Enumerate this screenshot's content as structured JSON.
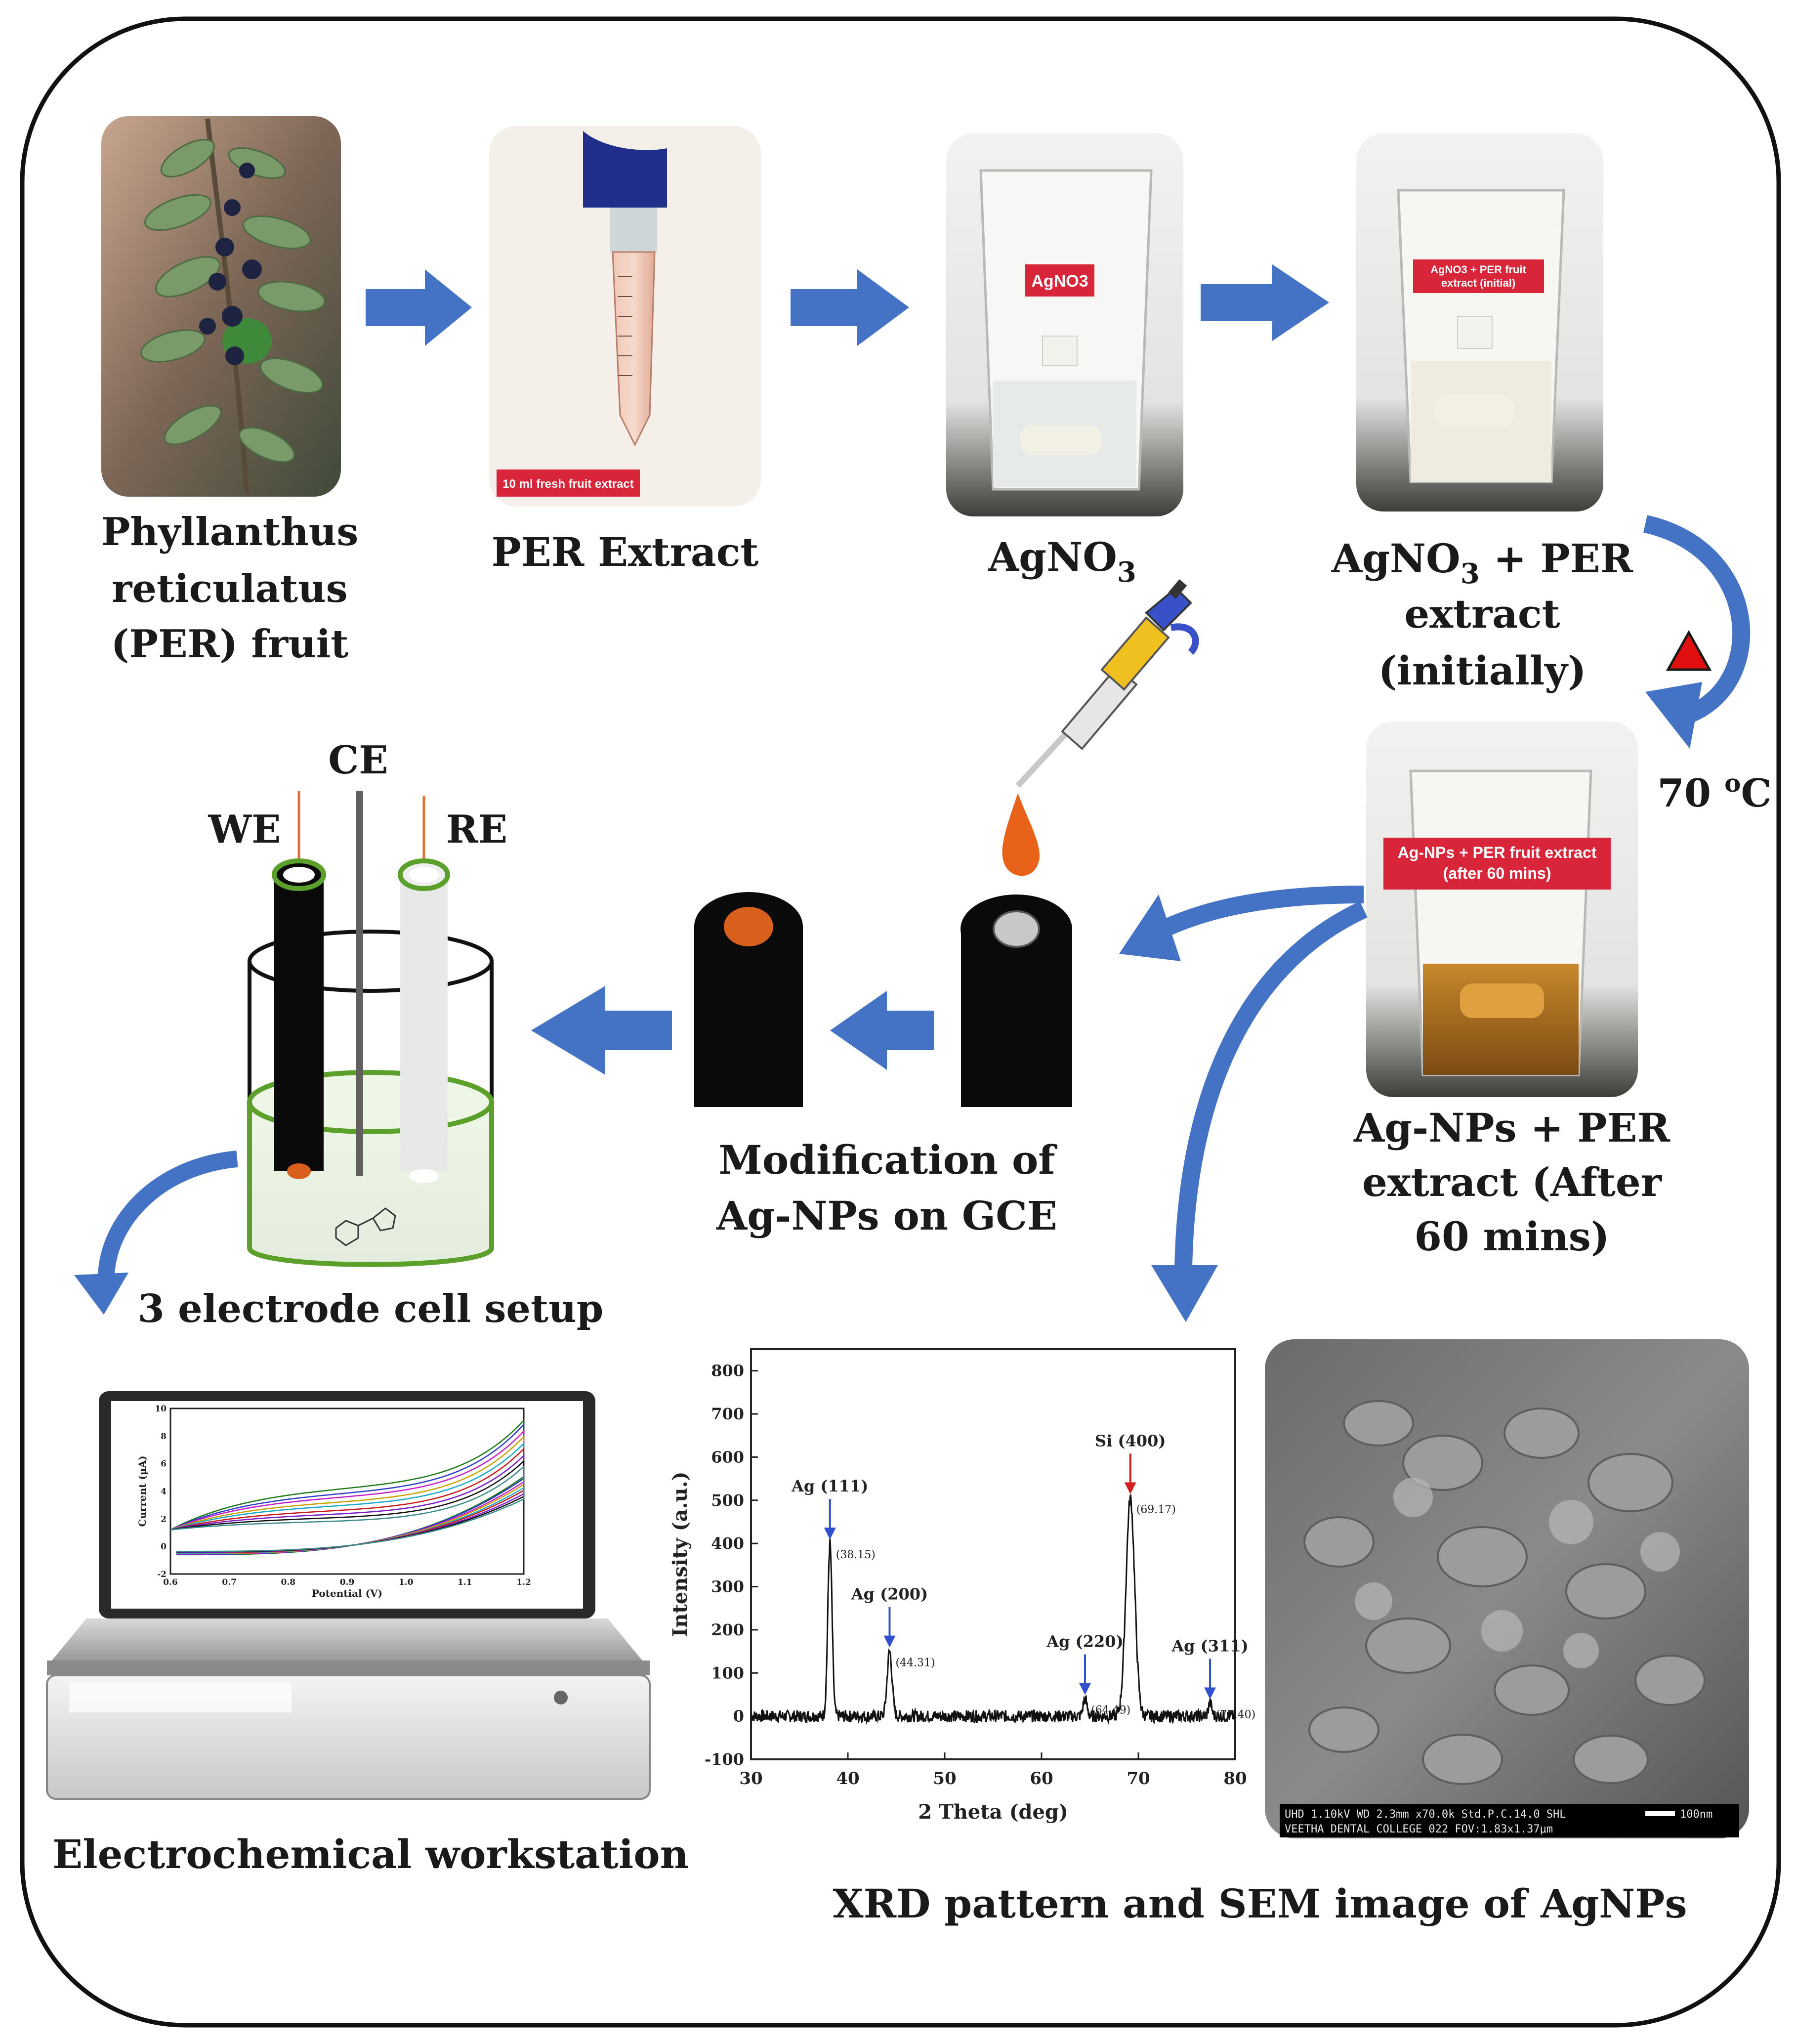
{
  "labels": {
    "step1": [
      "Phyllanthus",
      "reticulatus",
      "(PER) fruit"
    ],
    "step2": "PER Extract",
    "step3": {
      "base": "AgNO",
      "sub": "3"
    },
    "step4": {
      "line1_base": "AgNO",
      "line1_sub": "3",
      "line1_rest": " + PER",
      "line2": "extract",
      "line3": "(initially)"
    },
    "heat": {
      "value": "70 ",
      "sup": "o",
      "unit": "C"
    },
    "step5": [
      "Ag-NPs + PER",
      "extract (After",
      "60 mins)"
    ],
    "modification": [
      "Modification of",
      "Ag-NPs on GCE"
    ],
    "cell_setup": "3 electrode cell setup",
    "electrodes": {
      "ce": "CE",
      "we": "WE",
      "re": "RE"
    },
    "workstation": "Electrochemical workstation",
    "xrd_sem_caption": "XRD pattern and SEM image of AgNPs"
  },
  "photo_tags": {
    "tube": "10 ml fresh fruit extract",
    "agno3": "AgNO3",
    "initial": [
      "AgNO3 + PER fruit",
      "extract (initial)"
    ],
    "after": [
      "Ag-NPs + PER fruit extract",
      "(after 60 mins)"
    ]
  },
  "sem_info": {
    "line1": "UHD   1.10kV  WD 2.3mm  x70.0k  Std.P.C.14.0  SHL",
    "line2": "VEETHA DENTAL COLLEGE     022  FOV:1.83x1.37μm",
    "scalebar": "100nm"
  },
  "colors": {
    "arrow": "#4472c4",
    "frame": "#111111",
    "orange_drop": "#e8621a",
    "tag_red": "#d9253a",
    "xrd_line": "#111111",
    "peak_arrow_ag": "#3050d0",
    "peak_arrow_si": "#d02020"
  },
  "chart_data": [
    {
      "type": "line",
      "title": "",
      "xlabel": "2 Theta (deg)",
      "ylabel": "Intensity (a.u.)",
      "xlim": [
        30,
        80
      ],
      "ylim": [
        -100,
        850
      ],
      "xticks": [
        30,
        40,
        50,
        60,
        70,
        80
      ],
      "yticks": [
        -100,
        0,
        100,
        200,
        300,
        400,
        500,
        600,
        700,
        800
      ],
      "peaks": [
        {
          "name": "Ag (111)",
          "x": 38.15,
          "y": 400,
          "label": "(38.15)"
        },
        {
          "name": "Ag (200)",
          "x": 44.31,
          "y": 150,
          "label": "(44.31)"
        },
        {
          "name": "Ag (220)",
          "x": 64.49,
          "y": 40,
          "label": "(64.49)"
        },
        {
          "name": "Si (400)",
          "x": 69.17,
          "y": 505,
          "label": "(69.17)"
        },
        {
          "name": "Ag (311)",
          "x": 77.4,
          "y": 30,
          "label": "(77.40)"
        }
      ],
      "grid": false
    },
    {
      "type": "line",
      "title": "",
      "xlabel": "Potential (V)",
      "ylabel": "Current (μA)",
      "xlim": [
        0.6,
        1.2
      ],
      "ylim": [
        -2,
        10
      ],
      "xticks": [
        0.6,
        0.7,
        0.8,
        0.9,
        1.0,
        1.1,
        1.2
      ],
      "yticks": [
        -2,
        0,
        2,
        4,
        6,
        8,
        10
      ],
      "series": [
        {
          "color": "#1a7a1a",
          "peak": 9.2,
          "plateau": 4.6
        },
        {
          "color": "#2a3cc8",
          "peak": 8.9,
          "plateau": 4.2
        },
        {
          "color": "#c81ac8",
          "peak": 8.4,
          "plateau": 3.9
        },
        {
          "color": "#c8a000",
          "peak": 8.0,
          "plateau": 3.5
        },
        {
          "color": "#1aa8c8",
          "peak": 7.5,
          "plateau": 3.2
        },
        {
          "color": "#c81a1a",
          "peak": 7.1,
          "plateau": 2.8
        },
        {
          "color": "#7a1ac8",
          "peak": 6.6,
          "plateau": 2.5
        },
        {
          "color": "#101010",
          "peak": 6.2,
          "plateau": 2.2
        },
        {
          "color": "#3a8a8a",
          "peak": 5.8,
          "plateau": 1.9
        }
      ],
      "grid": false
    }
  ]
}
